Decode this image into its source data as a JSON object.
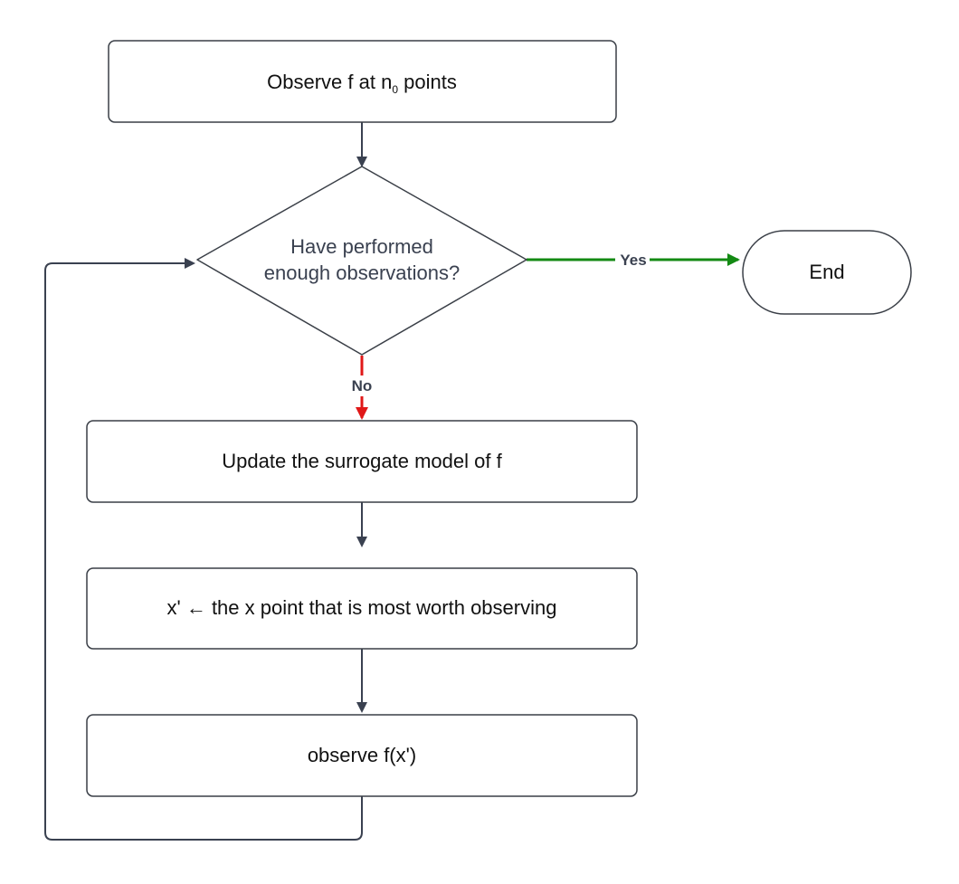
{
  "flowchart": {
    "nodes": {
      "observe_initial": {
        "text": "Observe f at n",
        "subscript": "0",
        "text_after": " points"
      },
      "decision": {
        "line1": "Have performed",
        "line2": "enough observations?"
      },
      "end": {
        "text": "End"
      },
      "update_model": {
        "text": "Update the surrogate model of f"
      },
      "select_point": {
        "text": "x' ← the x point that is most worth observing"
      },
      "observe_point": {
        "text": "observe f(x')"
      }
    },
    "edges": {
      "yes_label": "Yes",
      "no_label": "No"
    },
    "colors": {
      "yes": "#138a13",
      "no": "#e01818",
      "default": "#3a4150"
    }
  }
}
